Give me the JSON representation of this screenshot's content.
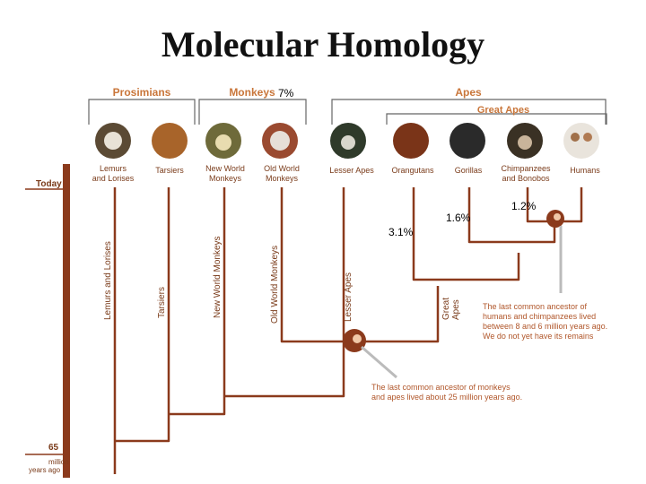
{
  "title": "Molecular Homology",
  "groups": {
    "prosimians": "Prosimians",
    "monkeys": "Monkeys",
    "apes": "Apes",
    "great_apes": "Great Apes"
  },
  "taxa": [
    {
      "id": "lemurs",
      "label1": "Lemurs",
      "label2": "and Lorises",
      "branch_label": "Lemurs and Lorises"
    },
    {
      "id": "tarsiers",
      "label1": "Tarsiers",
      "label2": "",
      "branch_label": "Tarsiers"
    },
    {
      "id": "nwm",
      "label1": "New World",
      "label2": "Monkeys",
      "branch_label": "New World Monkeys"
    },
    {
      "id": "owm",
      "label1": "Old World",
      "label2": "Monkeys",
      "branch_label": "Old World Monkeys"
    },
    {
      "id": "lesser",
      "label1": "Lesser Apes",
      "label2": "",
      "branch_label": "Lesser Apes"
    },
    {
      "id": "orang",
      "label1": "Orangutans",
      "label2": "",
      "branch_label": ""
    },
    {
      "id": "gorillas",
      "label1": "Gorillas",
      "label2": "",
      "branch_label": ""
    },
    {
      "id": "chimps",
      "label1": "Chimpanzees",
      "label2": "and Bonobos",
      "branch_label": ""
    },
    {
      "id": "humans",
      "label1": "Humans",
      "label2": "",
      "branch_label": ""
    }
  ],
  "great_apes_branch_label": [
    "Great",
    "Apes"
  ],
  "timeline": {
    "top": "Today",
    "bottom_value": "65",
    "bottom_unit1": "million",
    "bottom_unit2": "years ago"
  },
  "percents": {
    "monkeys": "7%",
    "orang": "3.1%",
    "gorillas": "1.6%",
    "chimps": "1.2%"
  },
  "notes": {
    "humans_chimps": [
      "The last common ancestor of",
      "humans and chimpanzees lived",
      "between 8 and 6 million years ago.",
      "We do not yet have its remains"
    ],
    "monkeys_apes": [
      "The last common ancestor of monkeys",
      "and apes lived about 25 million years ago."
    ]
  },
  "colors": {
    "branch": "#8b3a1c",
    "label": "#7a3b1a",
    "group": "#c9763a",
    "note": "#b0562a",
    "bracket": "#666666"
  }
}
